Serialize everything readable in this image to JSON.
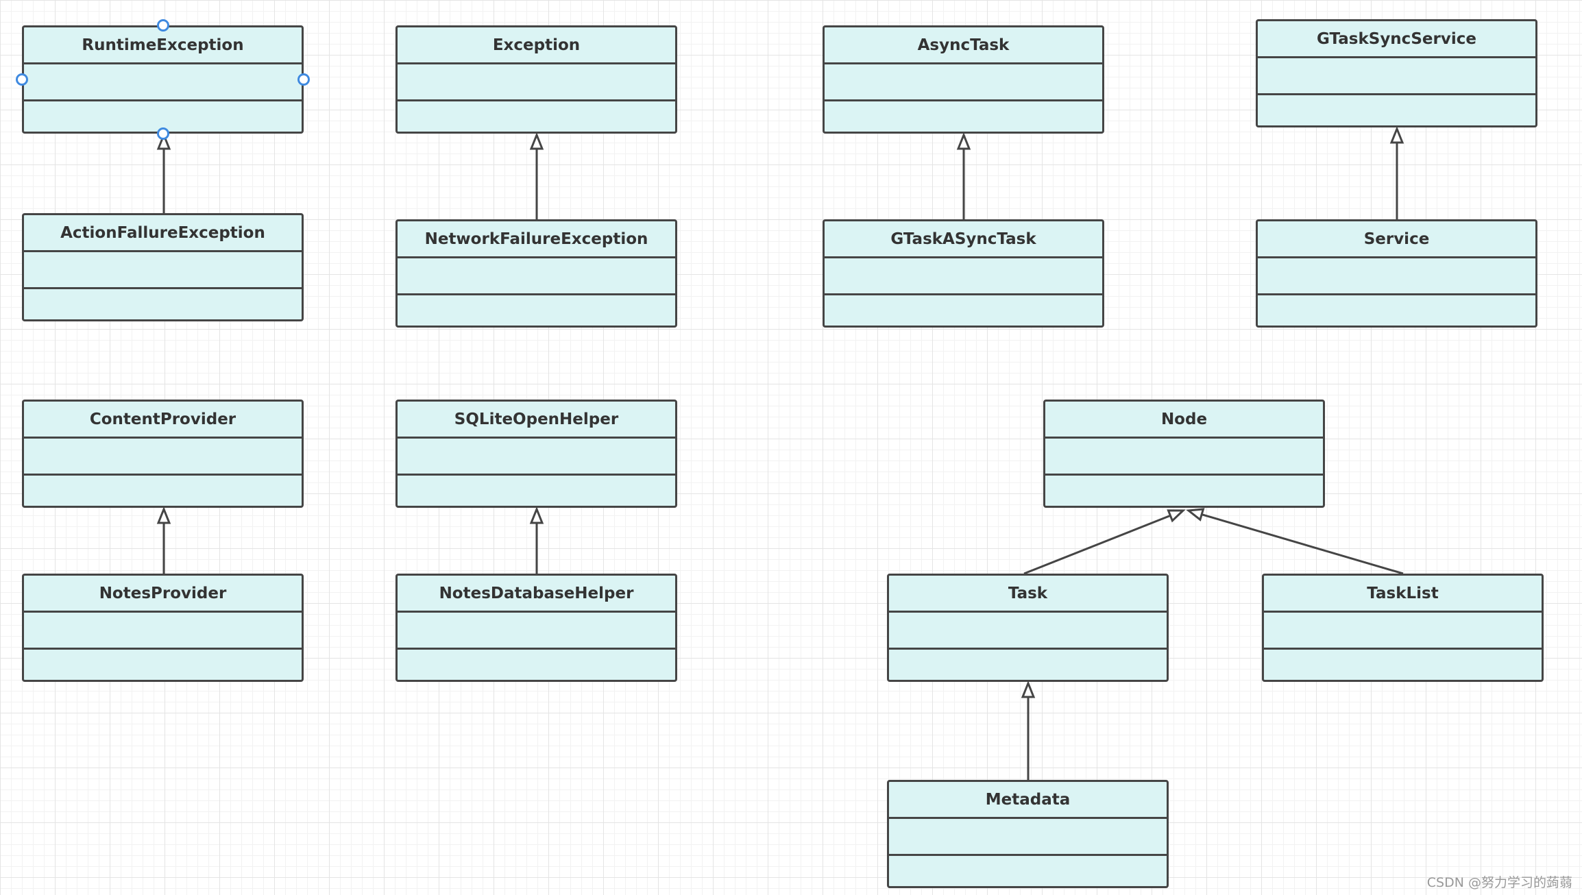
{
  "classes": {
    "runtime_exception": "RuntimeException",
    "exception": "Exception",
    "async_task": "AsyncTask",
    "gtask_sync_service": "GTaskSyncService",
    "action_failure_exception": "ActionFallureException",
    "network_failure_exception": "NetworkFailureException",
    "gtask_async_task": "GTaskASyncTask",
    "service": "Service",
    "content_provider": "ContentProvider",
    "sqlite_open_helper": "SQLiteOpenHelper",
    "node": "Node",
    "notes_provider": "NotesProvider",
    "notes_database_helper": "NotesDatabaseHelper",
    "task": "Task",
    "task_list": "TaskList",
    "metadata": "Metadata"
  },
  "relations": [
    {
      "from": "action_failure_exception",
      "to": "runtime_exception",
      "type": "generalization"
    },
    {
      "from": "network_failure_exception",
      "to": "exception",
      "type": "generalization"
    },
    {
      "from": "gtask_async_task",
      "to": "async_task",
      "type": "generalization"
    },
    {
      "from": "service",
      "to": "gtask_sync_service",
      "type": "generalization"
    },
    {
      "from": "notes_provider",
      "to": "content_provider",
      "type": "generalization"
    },
    {
      "from": "notes_database_helper",
      "to": "sqlite_open_helper",
      "type": "generalization"
    },
    {
      "from": "task",
      "to": "node",
      "type": "generalization"
    },
    {
      "from": "task_list",
      "to": "node",
      "type": "generalization"
    },
    {
      "from": "metadata",
      "to": "task",
      "type": "generalization"
    }
  ],
  "selected_class": "runtime_exception",
  "colors": {
    "class_fill": "#dbf4f4",
    "class_border": "#454545",
    "selection_handle": "#3f8ae0"
  },
  "watermark": "CSDN @努力学习的蒟蒻"
}
